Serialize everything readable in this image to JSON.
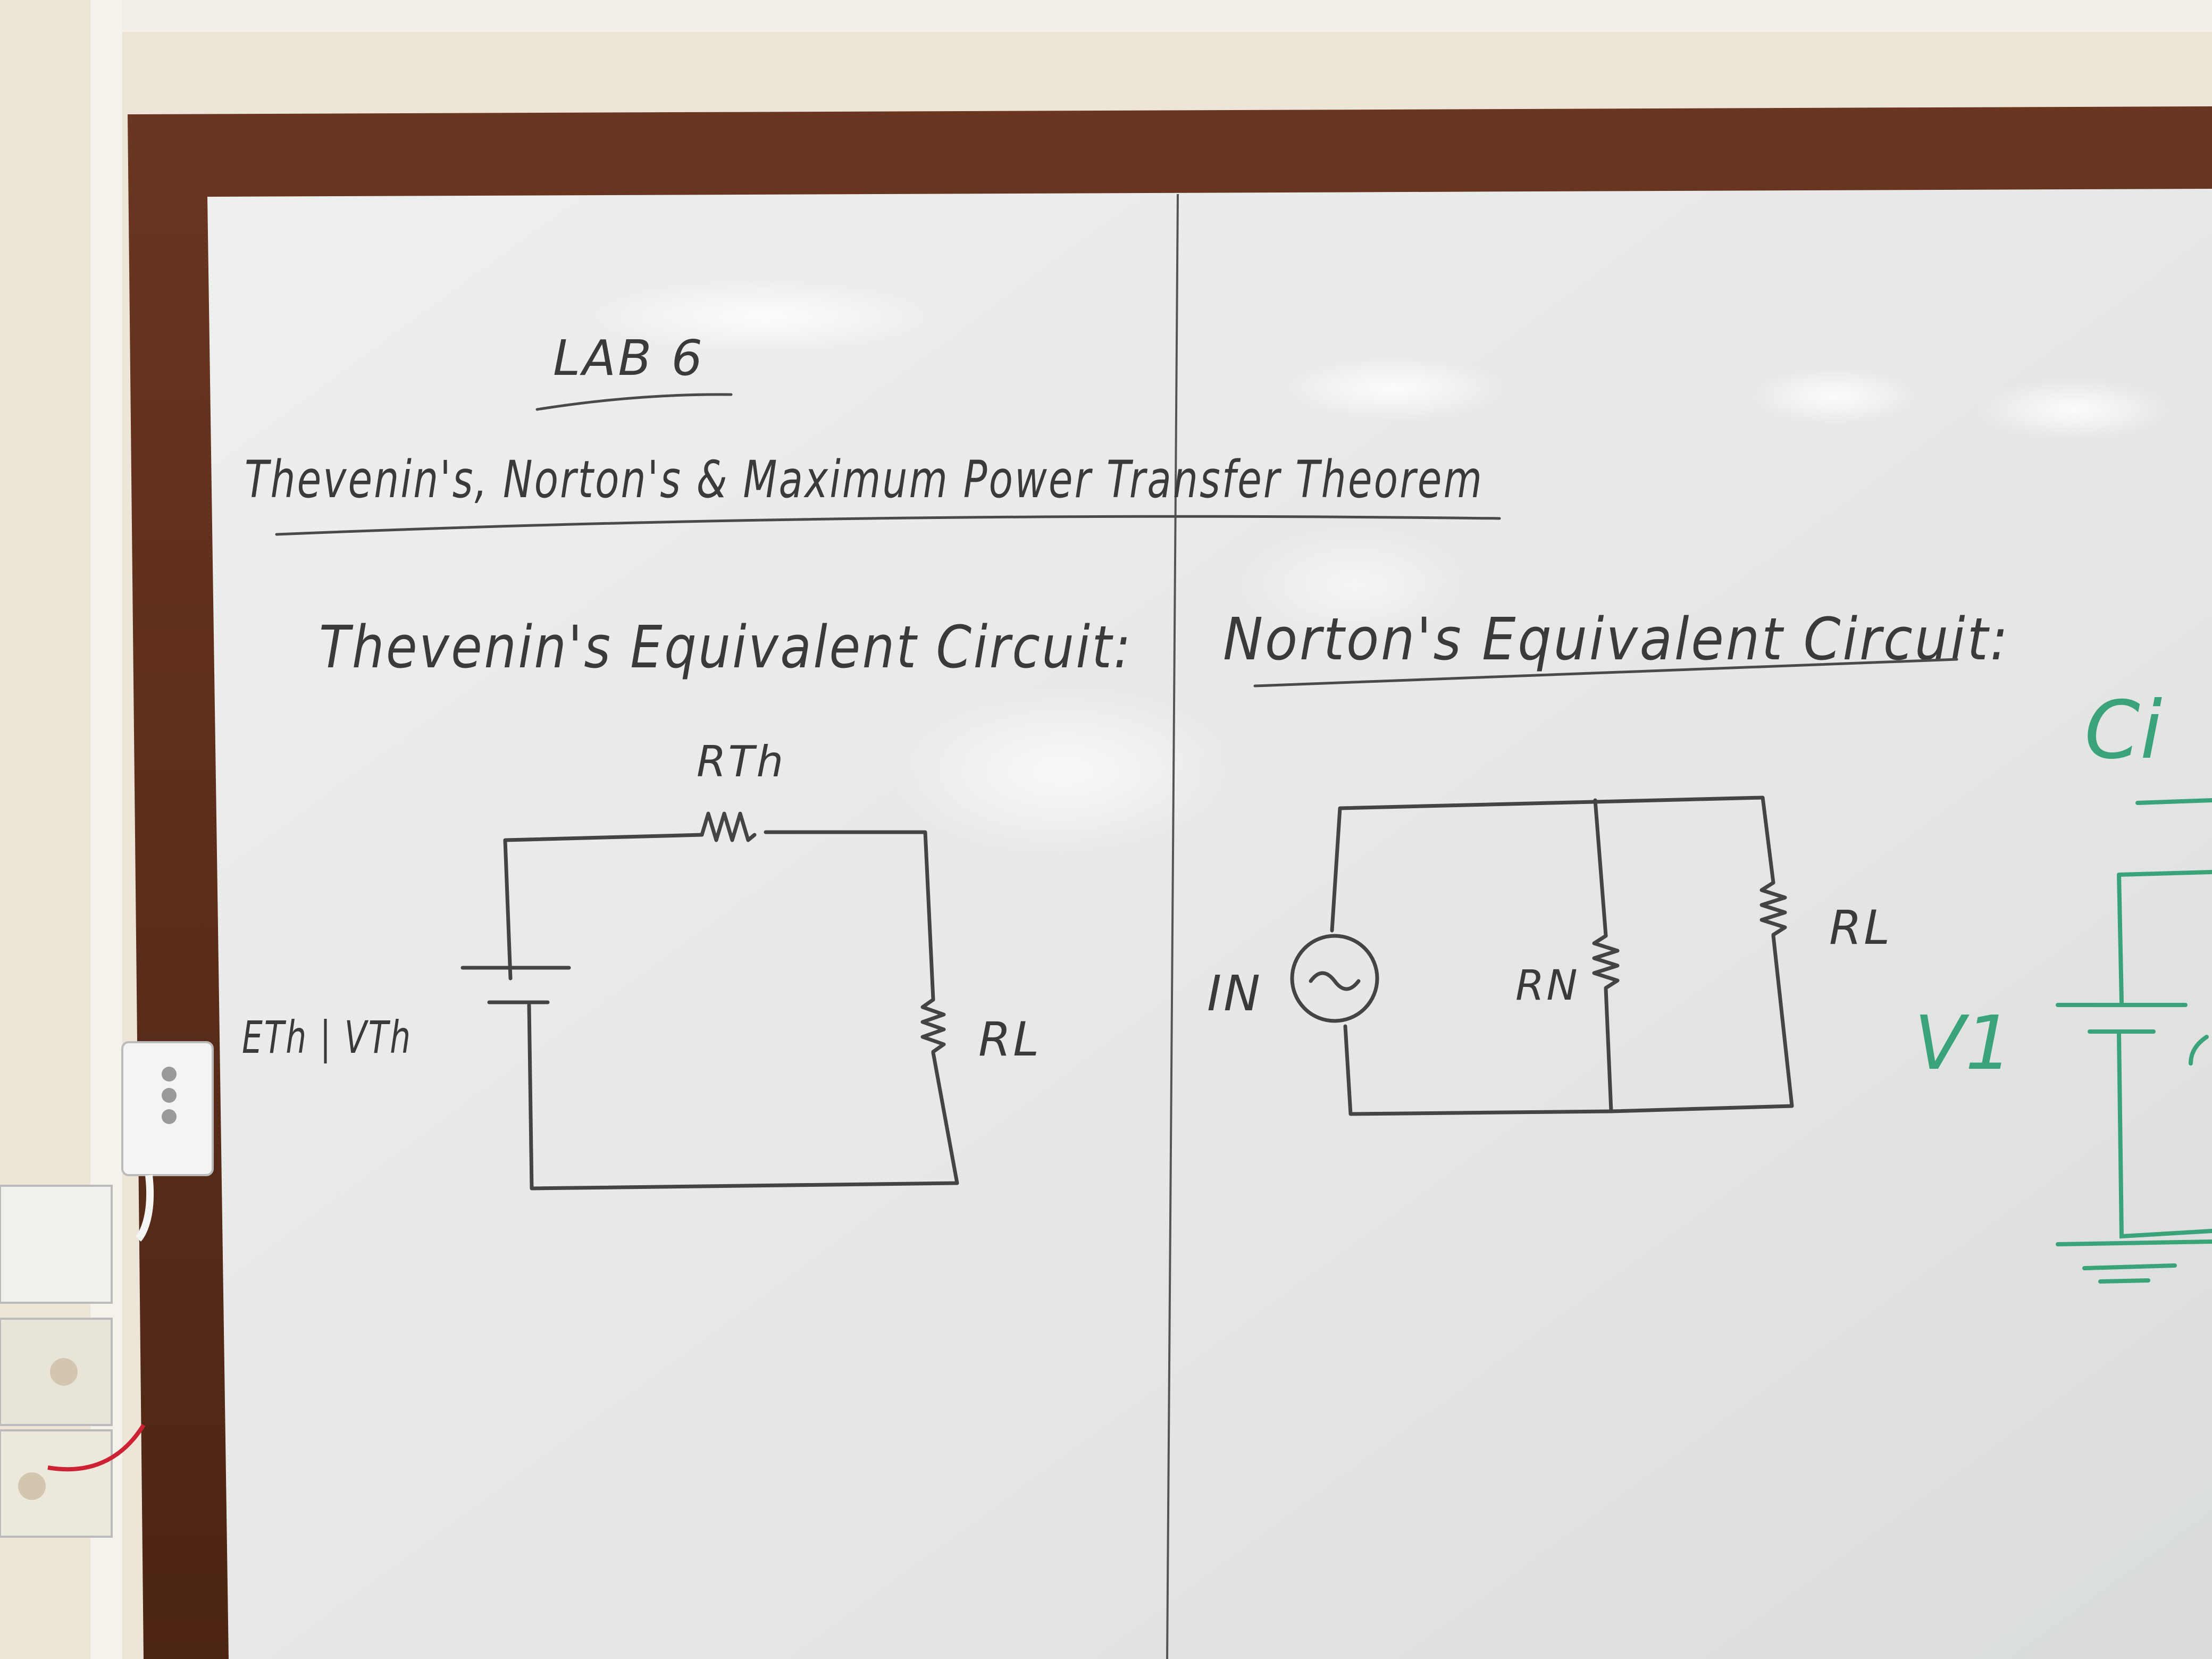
{
  "board": {
    "title": "LAB 6",
    "subtitle": "Thevenin's, Norton's & Maximum Power Transfer Theorem",
    "thevenin": {
      "heading": "Thevenin's Equivalent Circuit:",
      "label_resistor_series": "RTh",
      "label_source": "ETh | VTh",
      "label_load": "RL"
    },
    "norton": {
      "heading": "Norton's Equivalent Circuit:",
      "label_source": "IN",
      "label_resistor_parallel": "RN",
      "label_load": "RL"
    },
    "partial": {
      "heading_fragment": "Ci",
      "label_source": "V1"
    }
  },
  "colors": {
    "frame": "#5a2e1a",
    "board": "#e9ebea",
    "ink": "#444444",
    "green_marker": "#3aa37a",
    "wall": "#ece4d6"
  }
}
